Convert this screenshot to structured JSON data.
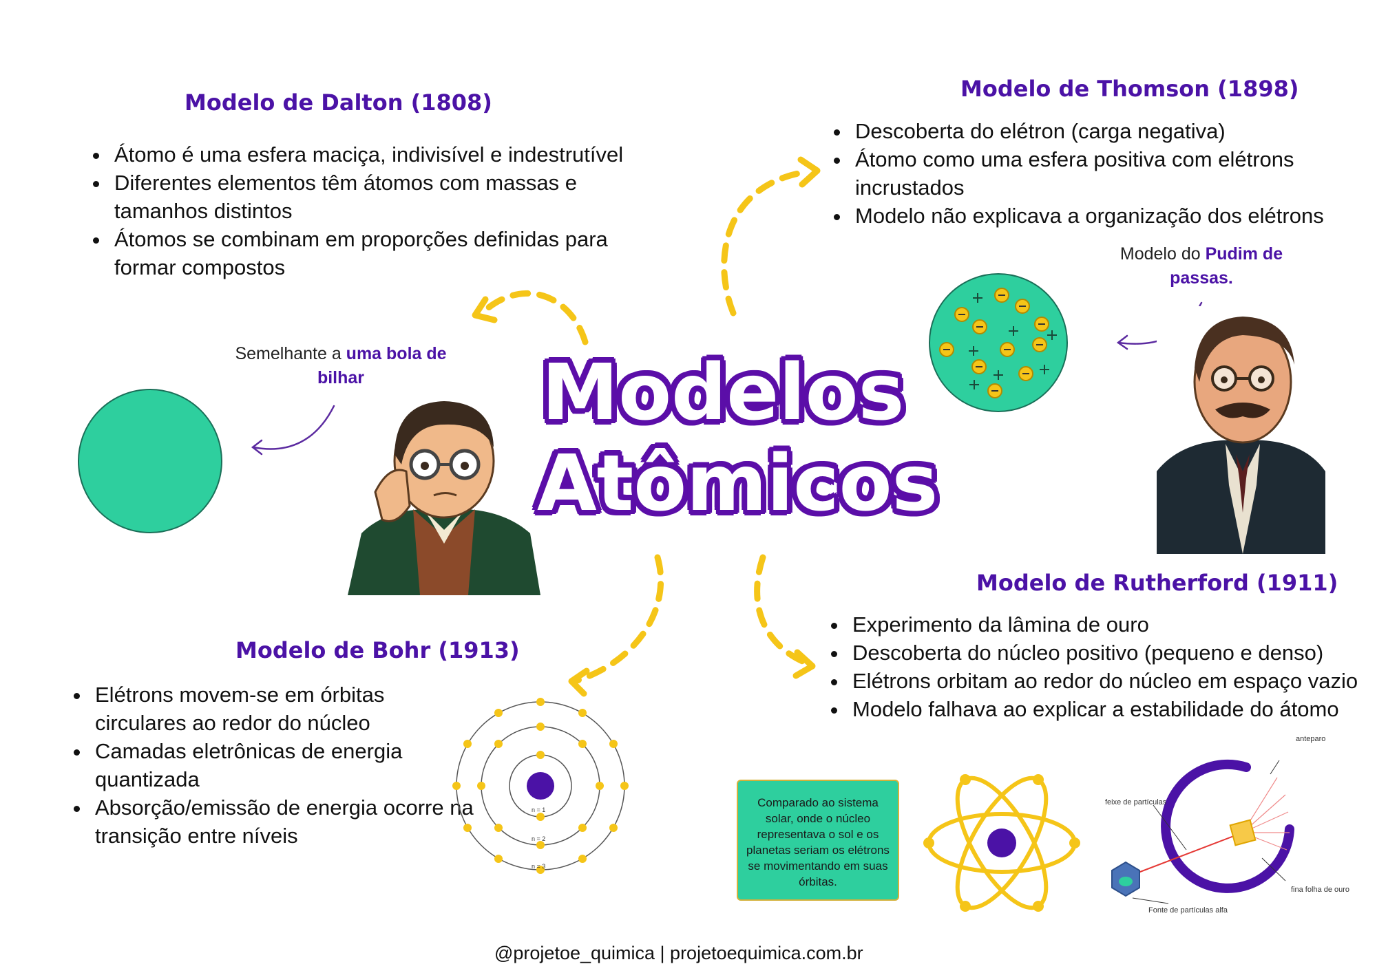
{
  "main": {
    "title_line1": "Modelos",
    "title_line2": "Atômicos"
  },
  "dalton": {
    "title": "Modelo de Dalton (1808)",
    "bullets": [
      "Átomo é uma esfera maciça, indivisível e indestrutível",
      "Diferentes elementos têm átomos com massas e tamanhos distintos",
      "Átomos se combinam em proporções definidas para formar compostos"
    ],
    "note_prefix": "Semelhante a ",
    "note_bold": "uma bola de bilhar"
  },
  "thomson": {
    "title": "Modelo de Thomson (1898)",
    "bullets": [
      "Descoberta do elétron (carga negativa)",
      "Átomo como uma esfera positiva com elétrons incrustados",
      "Modelo não explicava a organização dos elétrons"
    ],
    "note_prefix": "Modelo do ",
    "note_bold": "Pudim de passas."
  },
  "rutherford": {
    "title": "Modelo de Rutherford (1911)",
    "bullets": [
      "Experimento da lâmina de ouro",
      "Descoberta do núcleo positivo (pequeno e denso)",
      "Elétrons orbitam ao redor do núcleo em espaço vazio",
      "Modelo falhava ao explicar a estabilidade do átomo"
    ],
    "comparison": "Comparado ao sistema solar, onde o núcleo representava o sol e os planetas seriam os elétrons se movimentando em suas órbitas.",
    "experiment_labels": {
      "screen": "anteparo",
      "beam": "feixe de partículas",
      "foil": "fina folha de ouro",
      "source": "Fonte de partículas alfa"
    }
  },
  "bohr": {
    "title": "Modelo de Bohr (1913)",
    "bullets": [
      "Elétrons movem-se em órbitas circulares ao redor do núcleo",
      "Camadas eletrônicas de energia quantizada",
      "Absorção/emissão de energia ocorre na transição entre níveis"
    ],
    "levels": [
      "n = 1",
      "n = 2",
      "n = 3"
    ]
  },
  "footer": "@projetoe_quimica | projetoequimica.com.br",
  "colors": {
    "purple": "#4b12a6",
    "teal": "#2ecf9e",
    "yellow": "#f5c518"
  }
}
